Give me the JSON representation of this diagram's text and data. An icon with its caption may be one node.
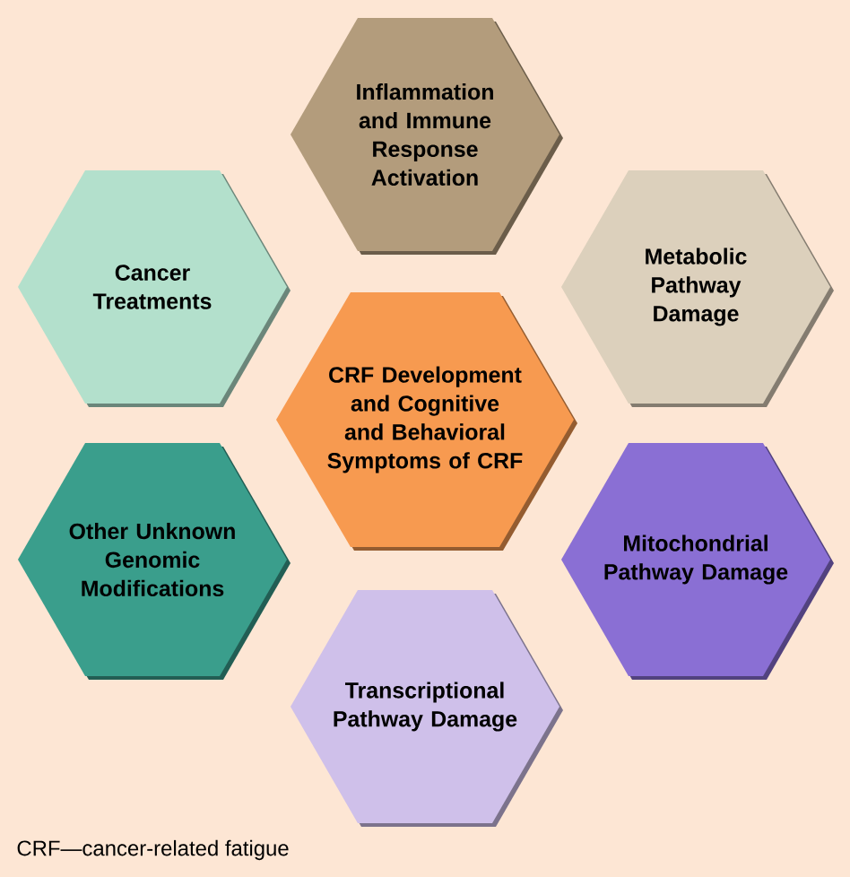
{
  "diagram": {
    "caption": "CRF—cancer-related fatigue",
    "nodes": [
      {
        "text": [
          "Inflammation and Immune Response Activation"
        ]
      },
      {
        "text": [
          "Cancer Treatments"
        ]
      },
      {
        "text": [
          "Metabolic Pathway Damage"
        ]
      },
      {
        "text": [
          "CRF Development and Cognitive and Behavioral Symptoms of CRF"
        ]
      },
      {
        "text": [
          "Other Unknown Genomic Modifications"
        ]
      },
      {
        "text": [
          "Mitochondrial Pathway Damage"
        ]
      },
      {
        "text": [
          "Transcriptional Pathway Damage"
        ]
      }
    ]
  }
}
